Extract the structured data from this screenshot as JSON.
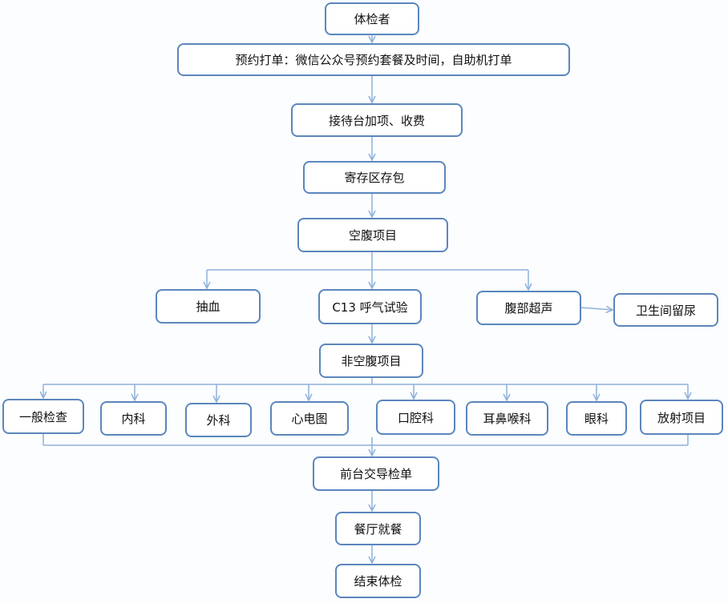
{
  "flowchart": {
    "steps": {
      "examinee": "体检者",
      "booking": "预约打单：微信公众号预约套餐及时间，自助机打单",
      "reception": "接待台加项、收费",
      "storage": "寄存区存包",
      "fasting": "空腹项目",
      "blood": "抽血",
      "breath": "C13 呼气试验",
      "ultrasound": "腹部超声",
      "urine": "卫生间留尿",
      "non_fasting": "非空腹项目",
      "general": "一般检查",
      "internal": "内科",
      "surgery": "外科",
      "ecg": "心电图",
      "dental": "口腔科",
      "ent": "耳鼻喉科",
      "eye": "眼科",
      "radiology": "放射项目",
      "submit_form": "前台交导检单",
      "meal": "餐厅就餐",
      "finish": "结束体检"
    }
  },
  "colors": {
    "box_border": "#5b86bd",
    "connector": "#8fb0d9",
    "background": "#fbfdff"
  }
}
